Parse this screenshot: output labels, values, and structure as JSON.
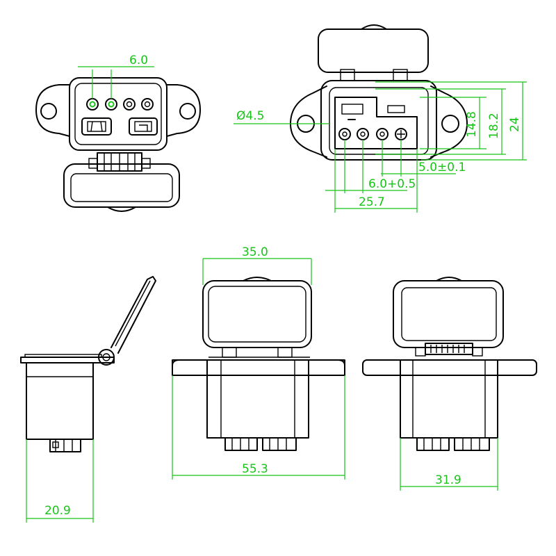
{
  "colors": {
    "outline": "#000000",
    "dimension": "#18c418",
    "background": "#ffffff"
  },
  "dimensions": {
    "pin_pitch_top": "6.0",
    "hole_dia": "Ø4.5",
    "height_inner": "14.8",
    "height_mid": "18.2",
    "height_outer": "24",
    "pin_offset": "5.0±0.1",
    "pin_pitch": "6.0+0.5",
    "body_width_front": "25.7",
    "cover_width": "35.0",
    "flange_width": "55.3",
    "body_width_back": "31.9",
    "side_depth": "20.9"
  }
}
